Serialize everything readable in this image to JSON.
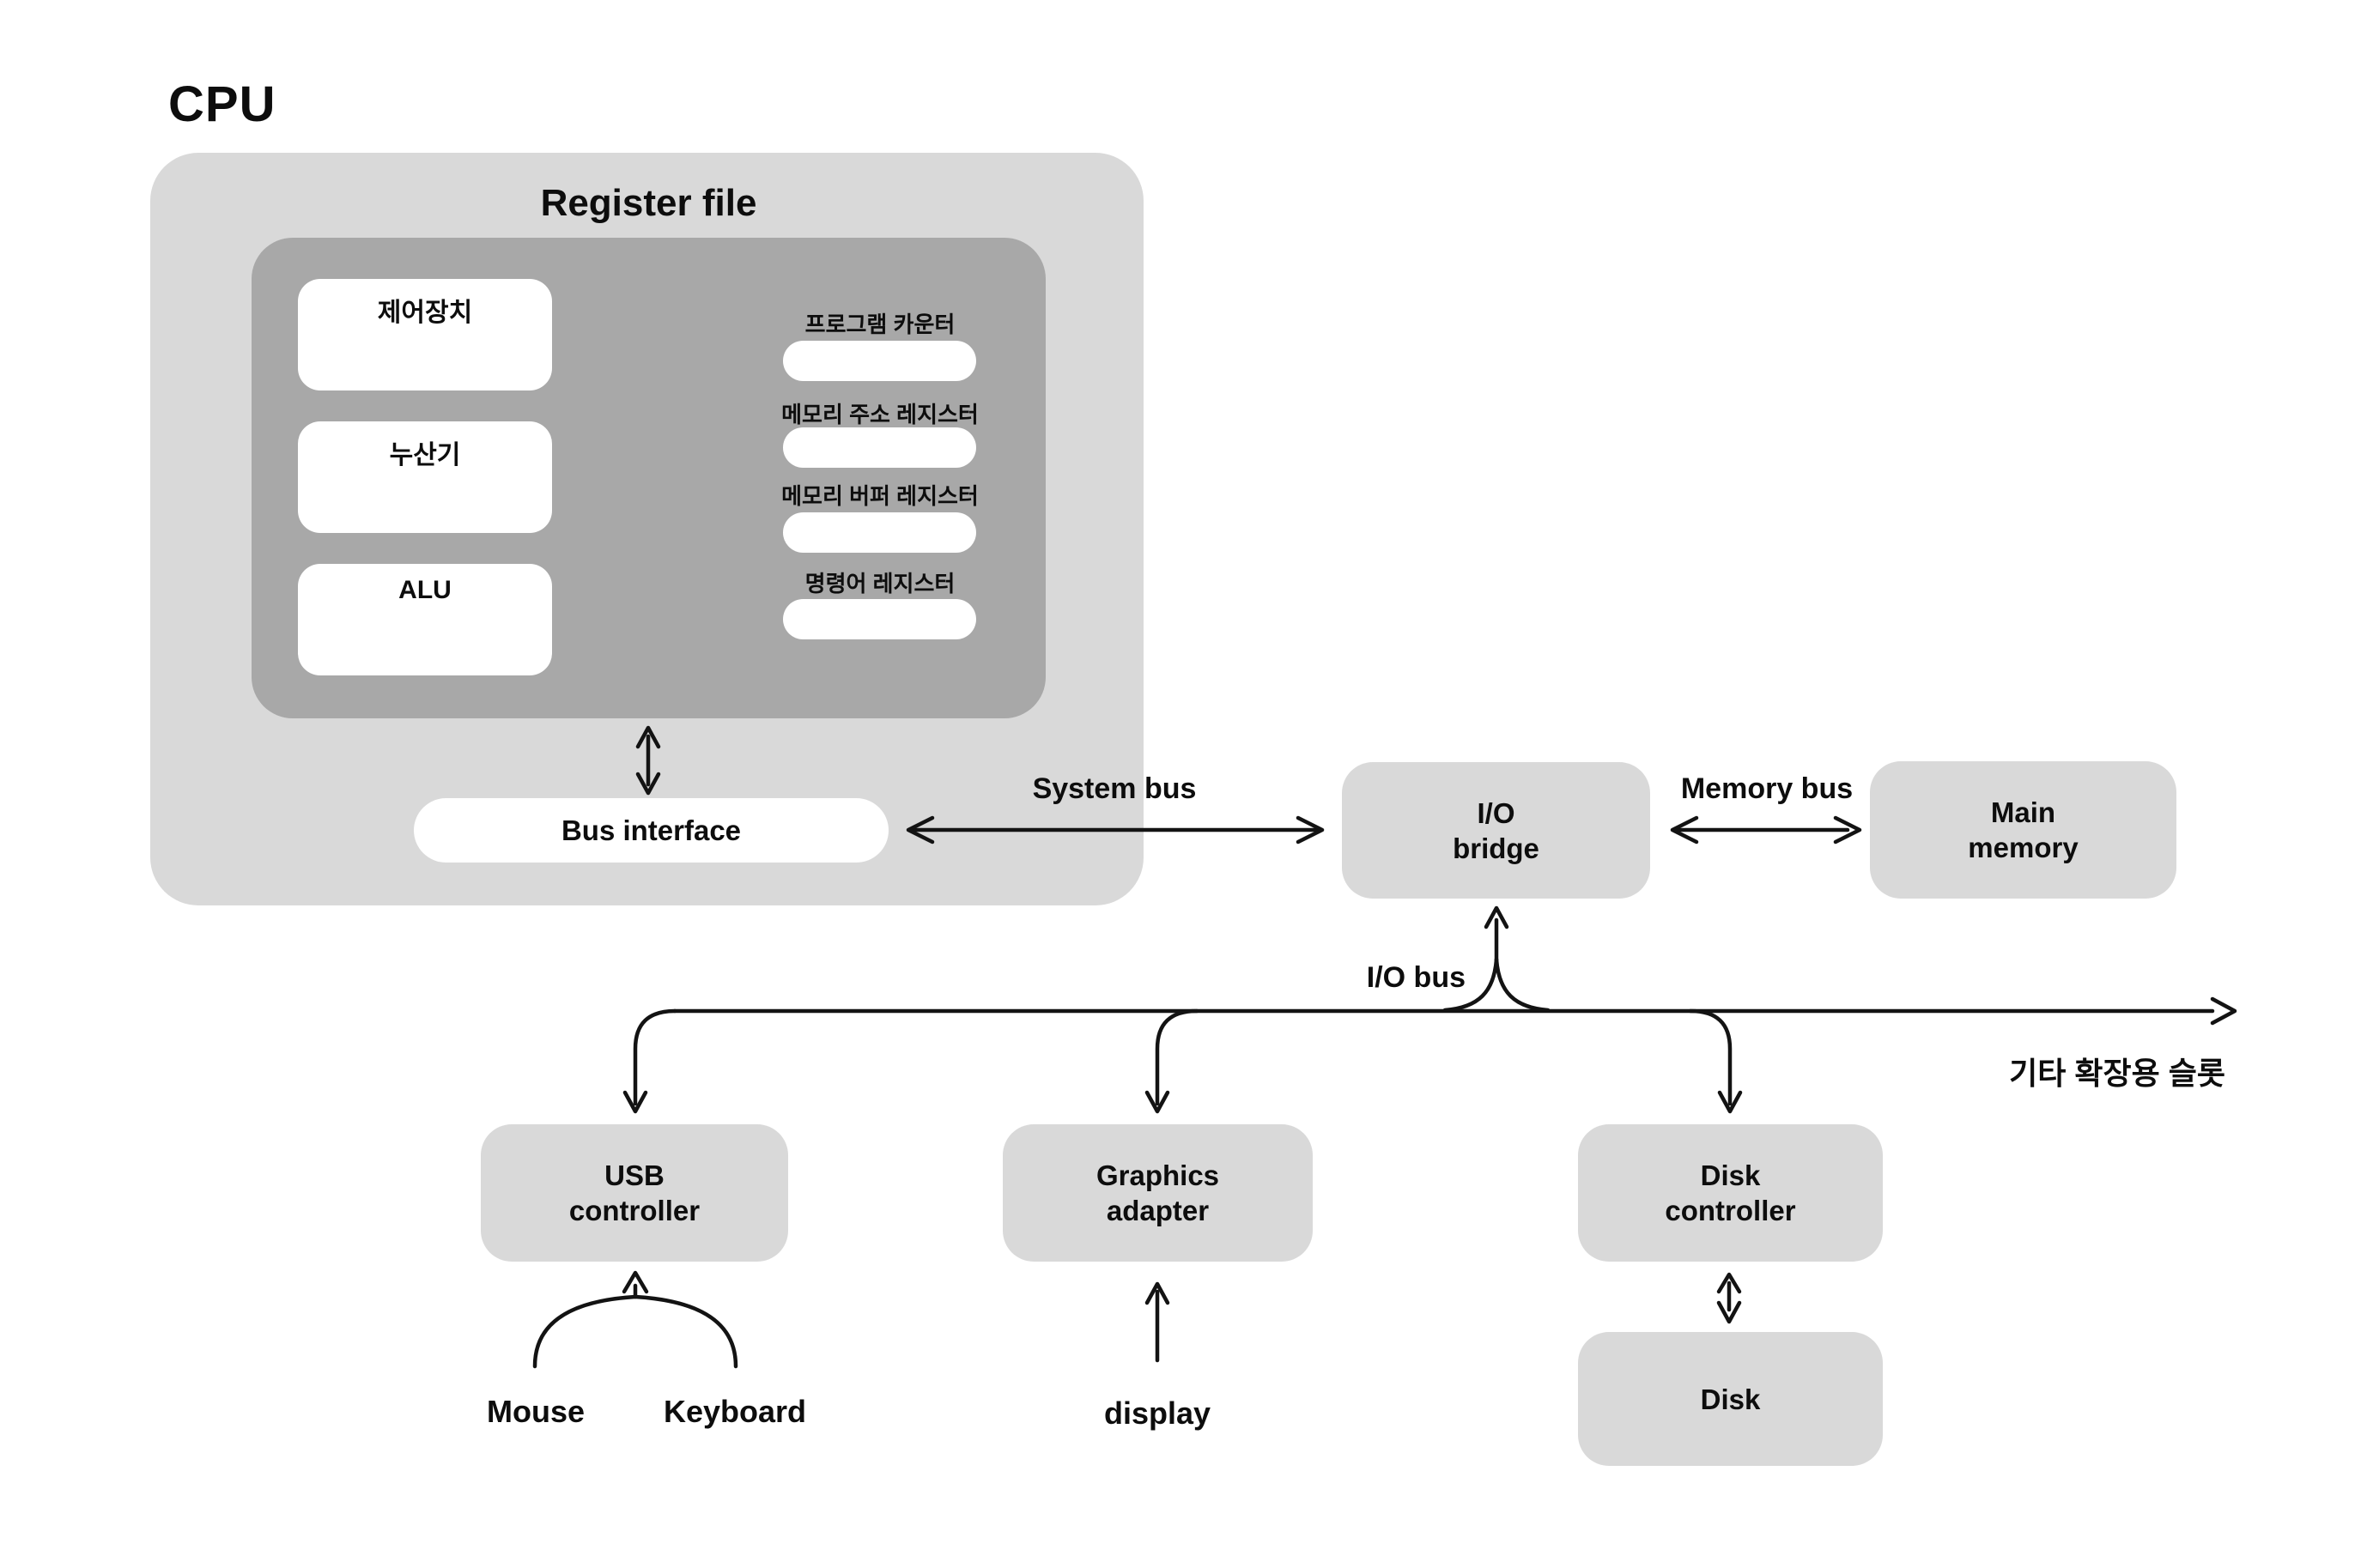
{
  "colors": {
    "background": "#ffffff",
    "outer_box_gray": "#d9d9d9",
    "register_file_gray": "#a8a8a8",
    "node_gray": "#d9d9d9",
    "white_box": "#ffffff",
    "line_black": "#131313",
    "text_black": "#0d0d0d"
  },
  "cpu": {
    "title": "CPU",
    "register_file": {
      "title": "Register file",
      "units": [
        {
          "label": "제어장치"
        },
        {
          "label": "누산기"
        },
        {
          "label": "ALU"
        }
      ],
      "registers": [
        {
          "label": "프로그램 카운터"
        },
        {
          "label": "메모리 주소 레지스터"
        },
        {
          "label": "메모리 버퍼 레지스터"
        },
        {
          "label": "명령어 레지스터"
        }
      ]
    },
    "bus_interface_label": "Bus interface"
  },
  "buses": {
    "system_bus_label": "System bus",
    "memory_bus_label": "Memory bus",
    "io_bus_label": "I/O bus",
    "expansion_slots_label": "기타 확장용 슬롯"
  },
  "nodes": {
    "io_bridge": {
      "line1": "I/O",
      "line2": "bridge"
    },
    "main_memory": {
      "line1": "Main",
      "line2": "memory"
    },
    "usb_controller": {
      "line1": "USB",
      "line2": "controller"
    },
    "graphics_adapter": {
      "line1": "Graphics",
      "line2": "adapter"
    },
    "disk_controller": {
      "line1": "Disk",
      "line2": "controller"
    },
    "disk": {
      "label": "Disk"
    }
  },
  "peripherals": {
    "mouse_label": "Mouse",
    "keyboard_label": "Keyboard",
    "display_label": "display"
  }
}
